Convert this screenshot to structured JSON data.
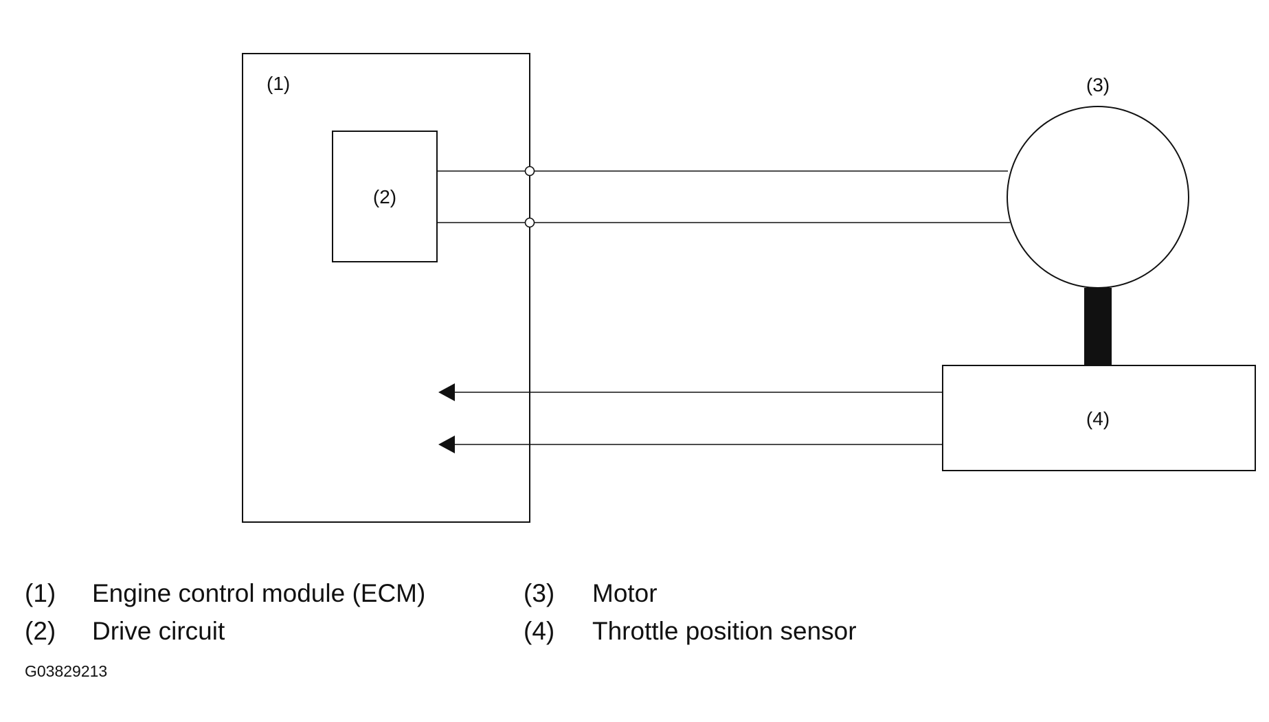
{
  "diagram": {
    "components": [
      {
        "id": "ecm",
        "number": "(1)",
        "name": "Engine control module (ECM)"
      },
      {
        "id": "drive-circuit",
        "number": "(2)",
        "name": "Drive circuit"
      },
      {
        "id": "motor",
        "number": "(3)",
        "name": "Motor"
      },
      {
        "id": "throttle-sensor",
        "number": "(4)",
        "name": "Throttle position sensor"
      }
    ],
    "legend": [
      {
        "number": "(1)",
        "text": "Engine control module (ECM)"
      },
      {
        "number": "(2)",
        "text": "Drive circuit"
      },
      {
        "number": "(3)",
        "text": "Motor"
      },
      {
        "number": "(4)",
        "text": "Throttle position sensor"
      }
    ],
    "figure_code": "G03829213"
  }
}
